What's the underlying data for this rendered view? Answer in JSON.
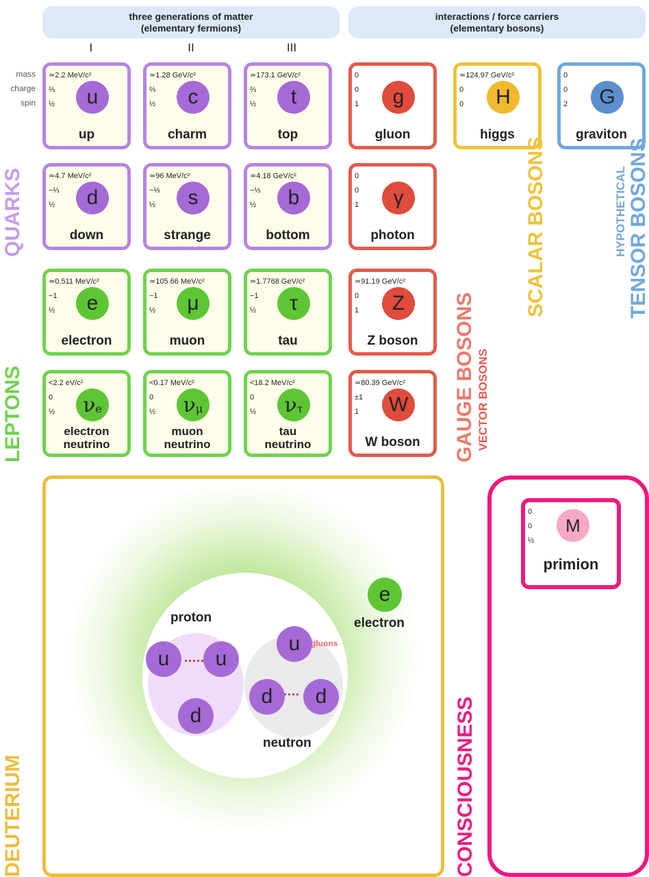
{
  "headers": {
    "fermions": {
      "line1": "three generations of matter",
      "line2": "(elementary fermions)"
    },
    "bosons": {
      "line1": "interactions / force carriers",
      "line2": "(elementary bosons)"
    }
  },
  "generations": [
    "I",
    "II",
    "III"
  ],
  "row_labels": {
    "mass": "mass",
    "charge": "charge",
    "spin": "spin"
  },
  "particles": {
    "up": {
      "mass": "≃2.2 MeV/c²",
      "charge": "⅔",
      "spin": "½",
      "symbol": "u",
      "name": "up"
    },
    "charm": {
      "mass": "≃1.28 GeV/c²",
      "charge": "⅔",
      "spin": "½",
      "symbol": "c",
      "name": "charm"
    },
    "top": {
      "mass": "≃173.1 GeV/c²",
      "charge": "⅔",
      "spin": "½",
      "symbol": "t",
      "name": "top"
    },
    "gluon": {
      "mass": "0",
      "charge": "0",
      "spin": "1",
      "symbol": "g",
      "name": "gluon"
    },
    "higgs": {
      "mass": "≃124.97 GeV/c²",
      "charge": "0",
      "spin": "0",
      "symbol": "H",
      "name": "higgs"
    },
    "graviton": {
      "mass": "0",
      "charge": "0",
      "spin": "2",
      "symbol": "G",
      "name": "graviton"
    },
    "down": {
      "mass": "≃4.7 MeV/c²",
      "charge": "−⅓",
      "spin": "½",
      "symbol": "d",
      "name": "down"
    },
    "strange": {
      "mass": "≃96 MeV/c²",
      "charge": "−⅓",
      "spin": "½",
      "symbol": "s",
      "name": "strange"
    },
    "bottom": {
      "mass": "≃4.18 GeV/c²",
      "charge": "−⅓",
      "spin": "½",
      "symbol": "b",
      "name": "bottom"
    },
    "photon": {
      "mass": "0",
      "charge": "0",
      "spin": "1",
      "symbol": "γ",
      "name": "photon"
    },
    "electron": {
      "mass": "≃0.511 MeV/c²",
      "charge": "−1",
      "spin": "½",
      "symbol": "e",
      "name": "electron"
    },
    "muon": {
      "mass": "≃105.66 MeV/c²",
      "charge": "−1",
      "spin": "½",
      "symbol": "μ",
      "name": "muon"
    },
    "tau": {
      "mass": "≃1.7768 GeV/c²",
      "charge": "−1",
      "spin": "½",
      "symbol": "τ",
      "name": "tau"
    },
    "zboson": {
      "mass": "≃91.19 GeV/c²",
      "charge": "0",
      "spin": "1",
      "symbol": "Z",
      "name": "Z boson"
    },
    "nue": {
      "mass": "<2.2 eV/c²",
      "charge": "0",
      "spin": "½",
      "symbol": "ν",
      "sub": "e",
      "name1": "electron",
      "name2": "neutrino"
    },
    "numu": {
      "mass": "<0.17 MeV/c²",
      "charge": "0",
      "spin": "½",
      "symbol": "ν",
      "sub": "μ",
      "name1": "muon",
      "name2": "neutrino"
    },
    "nutau": {
      "mass": "<18.2 MeV/c²",
      "charge": "0",
      "spin": "½",
      "symbol": "ν",
      "sub": "τ",
      "name1": "tau",
      "name2": "neutrino"
    },
    "wboson": {
      "mass": "≃80.39 GeV/c²",
      "charge": "±1",
      "spin": "1",
      "symbol": "W",
      "name": "W boson"
    },
    "primion": {
      "mass": "0",
      "charge": "0",
      "spin": "½",
      "symbol": "M",
      "name": "primion"
    }
  },
  "groups": {
    "quarks": "QUARKS",
    "leptons": "LEPTONS",
    "gauge": "GAUGE BOSONS",
    "vector": "VECTOR BOSONS",
    "scalar": "SCALAR BOSONS",
    "hypothetical": "HYPOTHETICAL",
    "tensor": "TENSOR BOSONS",
    "deuterium": "DEUTERIUM",
    "consciousness": "CONSCIOUSNESS"
  },
  "deuterium": {
    "proton_label": "proton",
    "neutron_label": "neutron",
    "gluons_label": "gluons",
    "electron_label": "electron",
    "electron_symbol": "e",
    "proton_quarks": [
      "u",
      "u",
      "d"
    ],
    "neutron_quarks": [
      "u",
      "d",
      "d"
    ]
  },
  "colors": {
    "quark": "#b784e2",
    "lepton": "#6ed34d",
    "gauge": "#e45a4c",
    "scalar": "#f0c23a",
    "tensor": "#72a7dc",
    "deuterium": "#ecbd3d",
    "consciousness": "#ee1a7c"
  }
}
